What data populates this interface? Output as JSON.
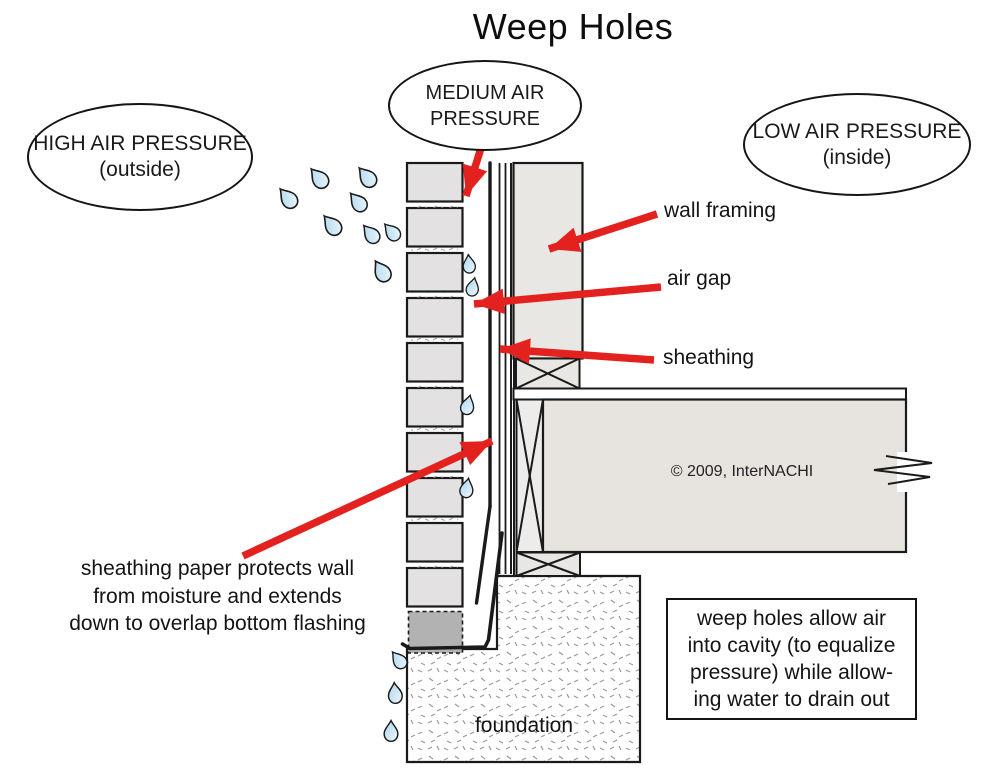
{
  "title": "Weep Holes",
  "ovals": {
    "high": {
      "line1": "HIGH AIR PRESSURE",
      "line2": "(outside)"
    },
    "medium": {
      "line1": "MEDIUM AIR",
      "line2": "PRESSURE"
    },
    "low": {
      "line1": "LOW AIR PRESSURE",
      "line2": "(inside)"
    }
  },
  "labels": {
    "wall_framing": "wall framing",
    "air_gap": "air gap",
    "sheathing": "sheathing",
    "foundation": "foundation",
    "copyright": "© 2009, InterNACHI"
  },
  "notes": {
    "sheathing_paper": [
      "sheathing paper protects wall",
      "from moisture and extends",
      "down to overlap bottom flashing"
    ],
    "weep_holes": [
      "weep holes allow air",
      "into cavity (to equalize",
      "pressure) while allow-",
      "ing water to drain out"
    ]
  },
  "colors": {
    "accent_red": "#e32220",
    "line_black": "#1a1a1a",
    "brick_fill": "#e3e1e1",
    "wood_fill": "#e9e7e3",
    "floor_fill": "#e7e4df",
    "rim_fill": "#edecea",
    "weep_block_fill": "#b2b2b2",
    "drop_blue": "#aad4ec",
    "drop_blue_light": "#eef8fd",
    "stipple_gray": "#9a9a9a"
  }
}
